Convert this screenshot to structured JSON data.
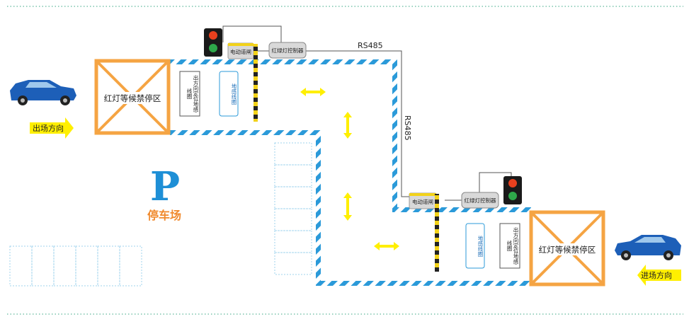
{
  "zones": {
    "exit_no_parking": "红灯等候禁停区",
    "entry_no_parking": "红灯等候禁停区"
  },
  "directions": {
    "exit": "出场方向",
    "entry": "进场方向"
  },
  "parking": {
    "symbol": "P",
    "label": "停车场"
  },
  "devices": {
    "barrier_top": "电动道闸",
    "barrier_bottom": "电动道闸",
    "controller_top": "红绿灯控制器",
    "controller_bottom": "红绿灯控制器",
    "sensor_position_top": "出方向定位地感线圈",
    "sensor_coil_top": "地感线圈",
    "sensor_coil_bottom": "地感线圈",
    "sensor_position_bottom": "出方向定位地感线圈"
  },
  "links": {
    "rs485_horizontal": "RS485",
    "rs485_vertical": "RS485"
  },
  "colors": {
    "lane_blue": "#2b9ad9",
    "zone_orange": "#f5a443",
    "arrow_yellow": "#ffef00",
    "light_red": "#e8401e",
    "light_green": "#2ea84a",
    "parking_blue": "#1e8fd6",
    "parking_orange": "#f08a2e",
    "dotted_green": "#5fb89a"
  }
}
